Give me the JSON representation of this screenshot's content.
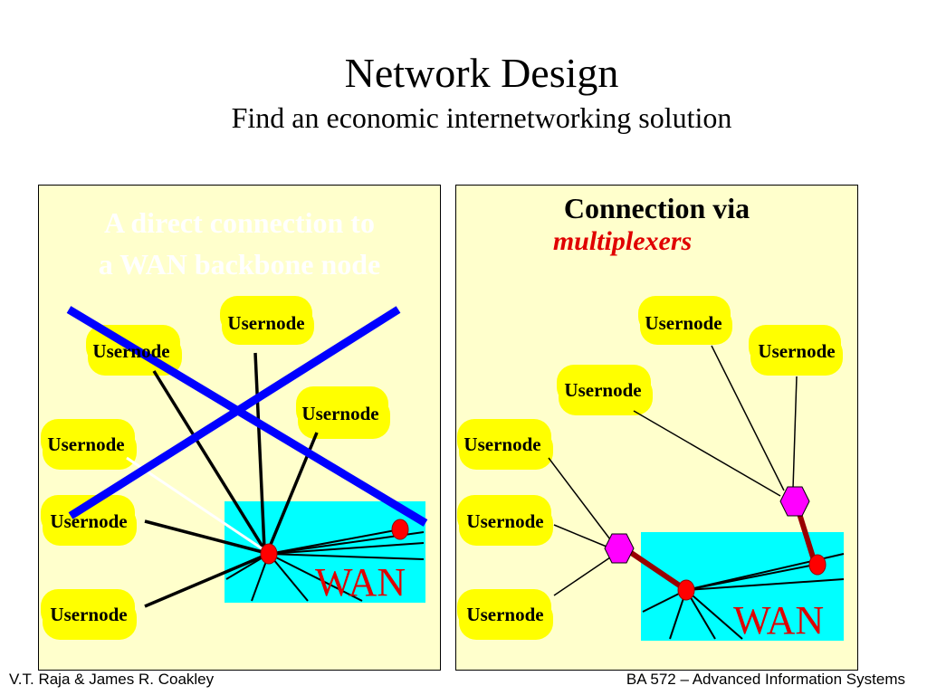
{
  "slide": {
    "title": "Network Design",
    "subtitle": "Find an economic internetworking solution"
  },
  "left_panel": {
    "heading_line1": "A direct connection to",
    "heading_line2": "a WAN backbone node",
    "wan_label": "WAN",
    "nodes": [
      "Usernode",
      "Usernode",
      "Usernode",
      "Usernode",
      "Usernode",
      "Usernode"
    ]
  },
  "right_panel": {
    "heading_line1": "Connection via",
    "heading_line2": "multiplexers",
    "wan_label": "WAN",
    "nodes": [
      "Usernode",
      "Usernode",
      "Usernode",
      "Usernode",
      "Usernode",
      "Usernode"
    ]
  },
  "footer": {
    "left": "V.T. Raja & James R. Coakley",
    "right": "BA 572 – Advanced Information Systems"
  },
  "colors": {
    "panel_bg": "#ffffcc",
    "cloud": "#ffff00",
    "wan": "#00ffff",
    "backbone_node": "#ff0000",
    "multiplexer": "#ff00ff",
    "cross": "#0000ff",
    "mux_link": "#990000"
  }
}
